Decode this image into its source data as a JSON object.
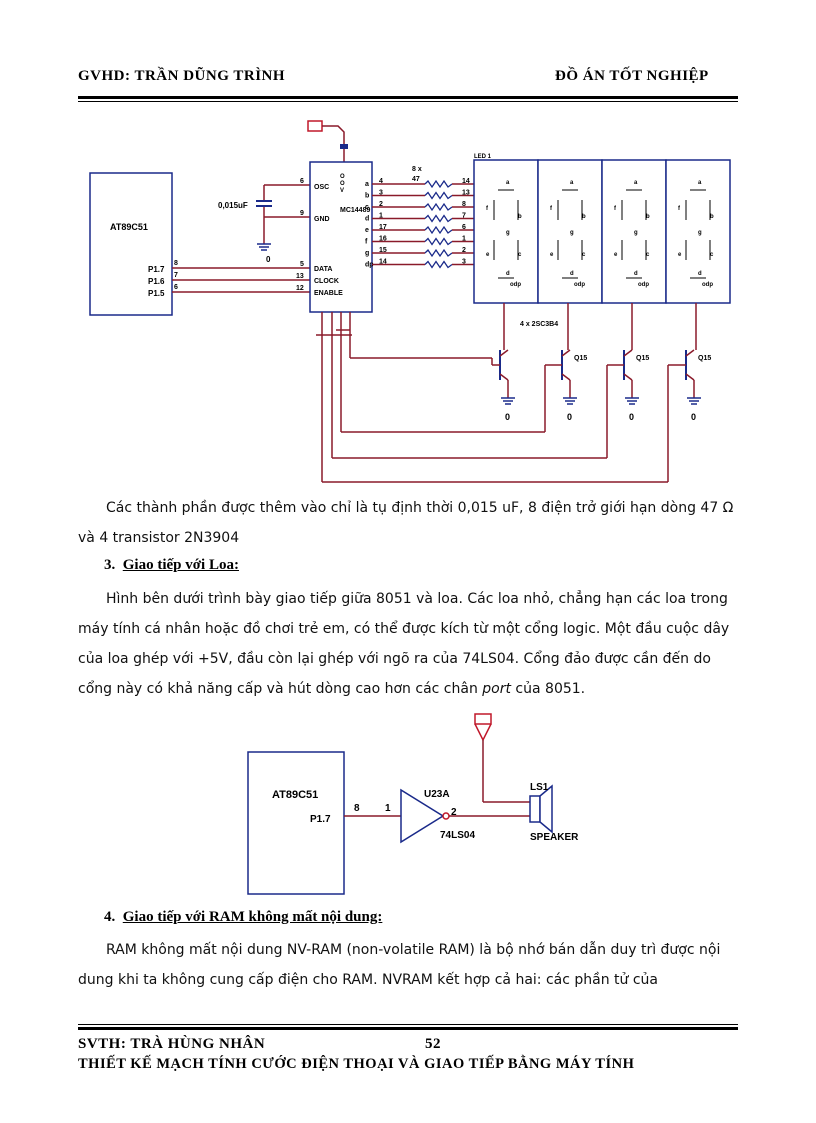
{
  "header": {
    "left": "GVHD: TRẦN DŨNG TRÌNH",
    "right": "ĐỒ ÁN TỐT NGHIỆP"
  },
  "circuit1": {
    "mcu_label": "AT89C51",
    "ports": [
      "P1.7",
      "P1.6",
      "P1.5"
    ],
    "port_pins": [
      "8",
      "7",
      "6"
    ],
    "cap_label": "0,015uF",
    "ic_label": "MC14489",
    "ic_pins_left": [
      "OSC",
      "GND",
      "DATA",
      "CLOCK",
      "ENABLE"
    ],
    "ic_pin_numbers": [
      "6",
      "9",
      "5",
      "13",
      "12"
    ],
    "seg_labels": [
      "a",
      "b",
      "c",
      "d",
      "e",
      "f",
      "g",
      "dp"
    ],
    "seg_pins_left": [
      "4",
      "3",
      "2",
      "1",
      "17",
      "16",
      "15",
      "14"
    ],
    "seg_pins_right": [
      "14",
      "13",
      "8",
      "7",
      "6",
      "1",
      "2",
      "3"
    ],
    "resistor_label": "8 x",
    "resistor_value": "47",
    "led_label": "LED 1",
    "led_part": "4 x 2SC3B4",
    "transistor_label": "Q15",
    "ground_label": "0"
  },
  "text": {
    "para1": "Các thành phần được thêm vào chỉ là tụ định thời 0,015 uF, 8 điện trở giới hạn dòng 47 Ω và 4 transistor 2N3904",
    "heading3_num": "3.",
    "heading3": "Giao tiếp với Loa:",
    "para2_a": "Hình bên dưới trình bày giao tiếp giữa 8051 và loa. Các loa nhỏ, chẳng hạn các loa trong máy tính cá nhân hoặc đồ chơi trẻ em, có thể được kích từ một cổng logic. Một đầu cuộc dây của loa ghép với +5V, đầu còn lại ghép với ngõ ra của 74LS04. Cổng đảo được cần đến do cổng này có khả năng cấp và hút dòng cao hơn các chân ",
    "para2_em": "port",
    "para2_b": " của 8051.",
    "heading4_num": "4.",
    "heading4": "Giao tiếp với RAM không mất nội dung:",
    "para3": "RAM không mất nội dung NV-RAM (non-volatile RAM) là bộ nhớ bán dẫn duy trì được nội dung khi ta không cung cấp điện cho RAM. NVRAM kết hợp cả hai: các phần tử của"
  },
  "circuit2": {
    "mcu_label": "AT89C51",
    "port_label": "P1.7",
    "pin_out": "8",
    "gate_in_pin": "1",
    "gate_out_pin": "2",
    "gate_ref": "U23A",
    "gate_part": "74LS04",
    "speaker_ref": "LS1",
    "speaker_label": "SPEAKER"
  },
  "footer": {
    "student": "SVTH: TRÀ HÙNG NHÂN",
    "page": "52",
    "title": "THIẾT KẾ MẠCH TÍNH CƯỚC ĐIỆN THOẠI VÀ GIAO TIẾP BẰNG MÁY TÍNH"
  },
  "colors": {
    "wire": "#8a1a2a",
    "component": "#1a2a8a",
    "power": "#c0182a"
  }
}
